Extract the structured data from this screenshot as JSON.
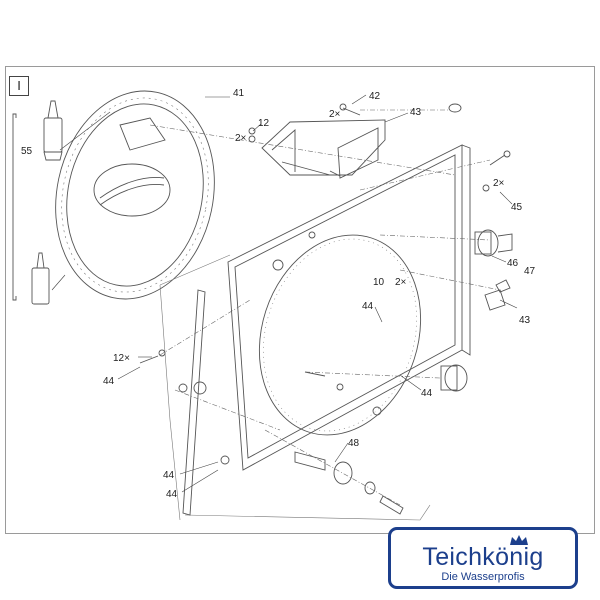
{
  "panel": {
    "tag": "I"
  },
  "callouts": [
    {
      "id": "c55",
      "text": "55"
    },
    {
      "id": "c41",
      "text": "41"
    },
    {
      "id": "c42",
      "text": "42"
    },
    {
      "id": "c2x_42",
      "text": "2×"
    },
    {
      "id": "c12a",
      "text": "12"
    },
    {
      "id": "c2x_12",
      "text": "2×"
    },
    {
      "id": "c43a",
      "text": "43"
    },
    {
      "id": "c2x_45",
      "text": "2×"
    },
    {
      "id": "c45",
      "text": "45"
    },
    {
      "id": "c46",
      "text": "46"
    },
    {
      "id": "c47",
      "text": "47"
    },
    {
      "id": "c10",
      "text": "10"
    },
    {
      "id": "c2x_10",
      "text": "2×"
    },
    {
      "id": "c43b",
      "text": "43"
    },
    {
      "id": "c44a",
      "text": "44"
    },
    {
      "id": "c12x",
      "text": "12×"
    },
    {
      "id": "c44b",
      "text": "44"
    },
    {
      "id": "c44c",
      "text": "44"
    },
    {
      "id": "c48",
      "text": "48"
    },
    {
      "id": "c44d",
      "text": "44"
    },
    {
      "id": "c44e",
      "text": "44"
    }
  ],
  "logo": {
    "brand": "Teichkönig",
    "tagline": "Die Wasserprofis",
    "color": "#1c3f8c"
  }
}
